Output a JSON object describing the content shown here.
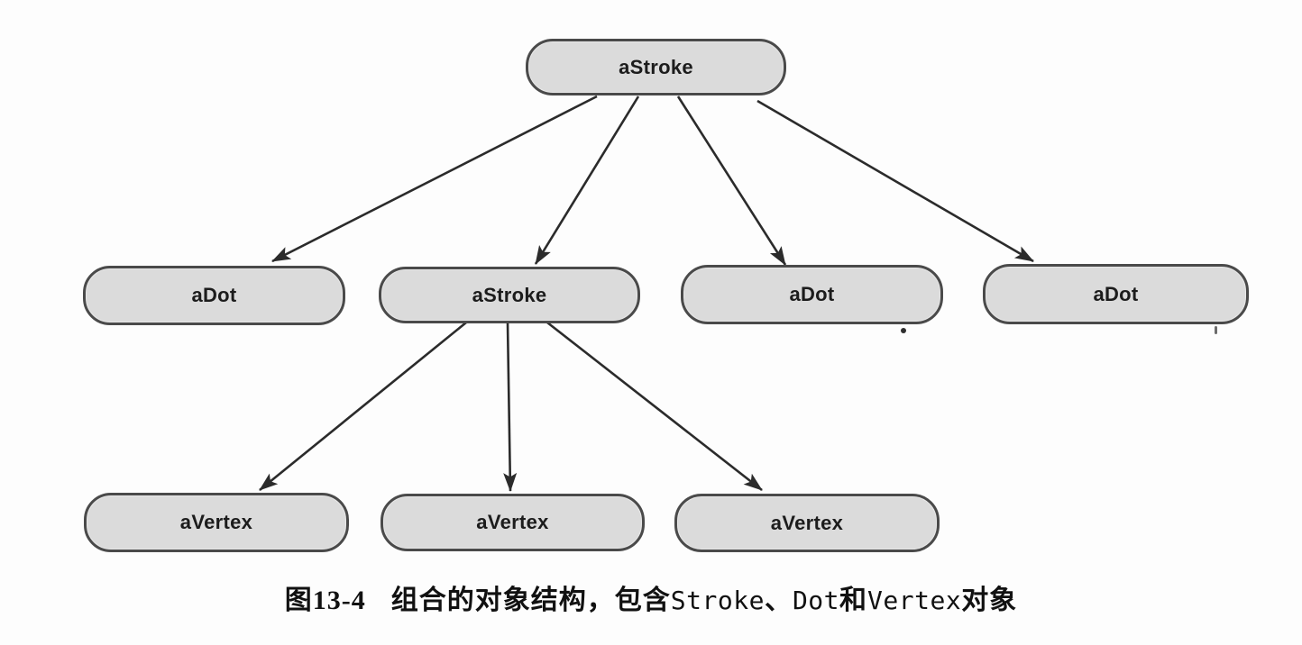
{
  "figure": {
    "type": "object-structure-tree",
    "nodes": [
      {
        "id": "root",
        "label": "aStroke",
        "level": 1
      },
      {
        "id": "dot1",
        "label": "aDot",
        "level": 2
      },
      {
        "id": "stroke2",
        "label": "aStroke",
        "level": 2
      },
      {
        "id": "dot2",
        "label": "aDot",
        "level": 2
      },
      {
        "id": "dot3",
        "label": "aDot",
        "level": 2
      },
      {
        "id": "vertex1",
        "label": "aVertex",
        "level": 3
      },
      {
        "id": "vertex2",
        "label": "aVertex",
        "level": 3
      },
      {
        "id": "vertex3",
        "label": "aVertex",
        "level": 3
      }
    ],
    "edges": [
      {
        "from": "root",
        "to": "dot1"
      },
      {
        "from": "root",
        "to": "stroke2"
      },
      {
        "from": "root",
        "to": "dot2"
      },
      {
        "from": "root",
        "to": "dot3"
      },
      {
        "from": "stroke2",
        "to": "vertex1"
      },
      {
        "from": "stroke2",
        "to": "vertex2"
      },
      {
        "from": "stroke2",
        "to": "vertex3"
      }
    ],
    "caption": {
      "fig_label": "图13-4",
      "parts": [
        {
          "text": "组合的对象结构，包含"
        },
        {
          "text": "Stroke",
          "mono": true
        },
        {
          "text": "、"
        },
        {
          "text": "Dot",
          "mono": true
        },
        {
          "text": "和"
        },
        {
          "text": "Vertex",
          "mono": true
        },
        {
          "text": "对象"
        }
      ]
    },
    "colors": {
      "node_fill": "#dbdbdb",
      "node_border": "#4a4a4a",
      "arrow": "#2b2b2b",
      "background": "#fdfdfd",
      "label_text": "#1c1c1c"
    }
  }
}
